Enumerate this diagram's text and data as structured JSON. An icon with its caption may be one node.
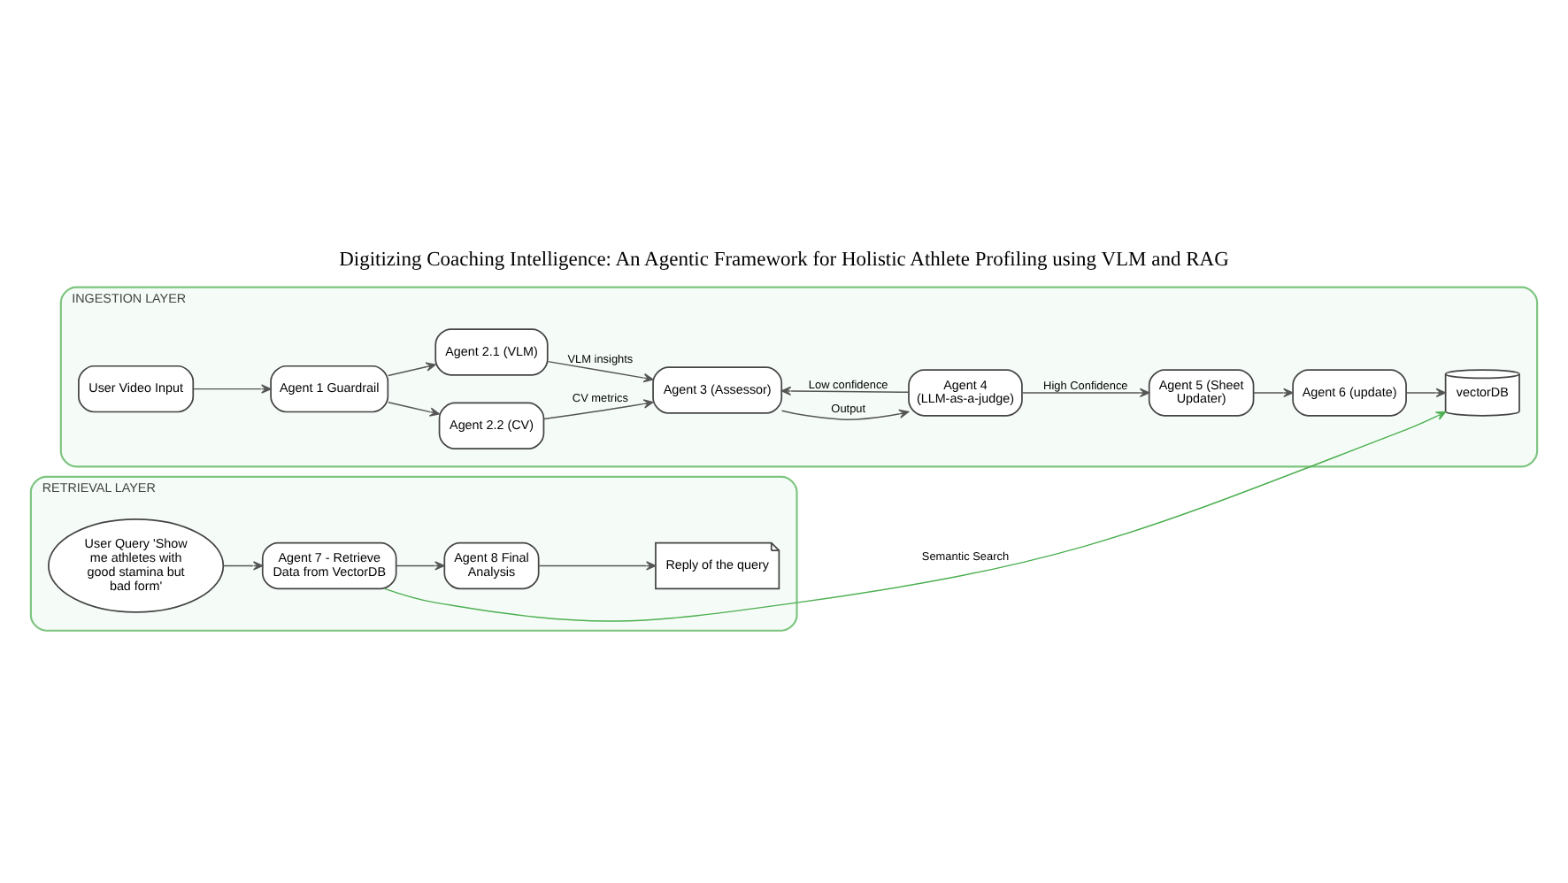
{
  "diagram": {
    "title": "Digitizing Coaching Intelligence: An Agentic Framework for Holistic Athlete Profiling using VLM and RAG",
    "nodes": [
      {
        "text": [
          "INGESTION LAYER"
        ]
      },
      {
        "text": [
          "User Video Input"
        ],
        "in": 0
      },
      {
        "text": [
          "Agent 1 Guardrail"
        ],
        "in": 0
      },
      {
        "text": [
          "Agent 2.1 (VLM)"
        ],
        "in": 0
      },
      {
        "text": [
          "Agent 2.2 (CV)"
        ],
        "in": 0
      },
      {
        "text": [
          "Agent 3 (Assessor)"
        ],
        "in": 0
      },
      {
        "text": [
          "Agent 4 (LLM-as-a-judge)"
        ],
        "in": 0
      },
      {
        "text": [
          "Agent 5 (Sheet Updater)"
        ],
        "in": 0
      },
      {
        "text": [
          "Agent 6 (update)"
        ],
        "in": 0
      },
      {
        "text": [
          "vectorDB"
        ],
        "in": 0
      },
      {
        "text": [
          "RETRIEVAL LAYER"
        ]
      },
      {
        "text": [
          "User Query 'Show me athletes with good stamina but bad form'"
        ],
        "in": 10
      },
      {
        "text": [
          "Agent 7 - Retrieve Data from VectorDB"
        ],
        "in": 10
      },
      {
        "text": [
          "Agent 8 Final Analysis"
        ],
        "in": 10
      },
      {
        "text": [
          "Reply of the query"
        ],
        "in": 10
      }
    ],
    "edges": [
      {
        "from": 1,
        "to": 2,
        "arrow": "to"
      },
      {
        "from": 2,
        "to": 4,
        "arrow": "to"
      },
      {
        "from": 2,
        "to": 3,
        "arrow": "to"
      },
      {
        "from": 4,
        "to": 5,
        "arrow": "to",
        "label": "CV metrics"
      },
      {
        "from": 3,
        "to": 5,
        "arrow": "to",
        "label": "VLM insights"
      },
      {
        "from": 5,
        "to": 6,
        "arrow": "to",
        "label": "Output"
      },
      {
        "from": 6,
        "to": 5,
        "arrow": "to",
        "label": "Low confidence"
      },
      {
        "from": 6,
        "to": 7,
        "arrow": "to",
        "label": "High Confidence"
      },
      {
        "from": 7,
        "to": 8,
        "arrow": "to"
      },
      {
        "from": 8,
        "to": 9,
        "arrow": "to"
      },
      {
        "from": 12,
        "to": 9,
        "arrow": "to",
        "label": "Semantic Search",
        "color": "#4caf50"
      },
      {
        "from": 11,
        "to": 12,
        "arrow": "to"
      },
      {
        "from": 12,
        "to": 13,
        "arrow": "to"
      },
      {
        "from": 13,
        "to": 14,
        "arrow": "to"
      }
    ]
  }
}
